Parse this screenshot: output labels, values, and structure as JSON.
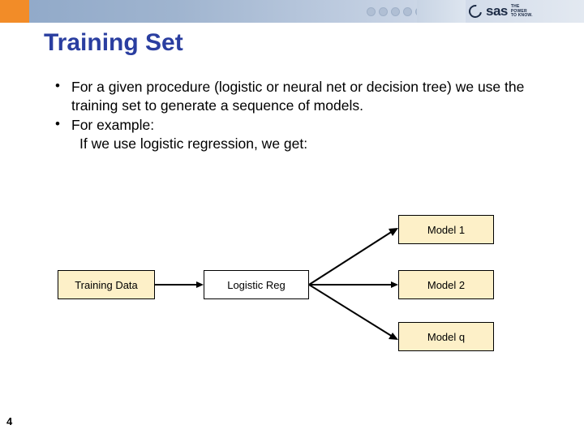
{
  "banner": {
    "logo_text": "sas",
    "tagline_line1": "THE",
    "tagline_line2": "POWER",
    "tagline_line3": "TO KNOW."
  },
  "slide": {
    "title": "Training Set",
    "page_number": "4"
  },
  "bullets": [
    "For a given procedure (logistic or neural net or decision tree) we use the training set to generate a sequence of models.",
    "For example:"
  ],
  "subline": "If we use logistic regression, we get:",
  "diagram": {
    "nodes": [
      {
        "id": "training-data",
        "label": "Training Data"
      },
      {
        "id": "logistic-reg",
        "label": "Logistic Reg"
      },
      {
        "id": "model-1",
        "label": "Model 1"
      },
      {
        "id": "model-2",
        "label": "Model 2"
      },
      {
        "id": "model-q",
        "label": "Model q"
      }
    ]
  }
}
